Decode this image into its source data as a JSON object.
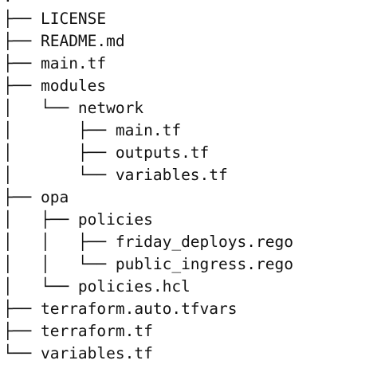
{
  "tree": {
    "lines": [
      {
        "prefix": "",
        "name": "."
      },
      {
        "prefix": "├── ",
        "name": "LICENSE"
      },
      {
        "prefix": "├── ",
        "name": "README.md"
      },
      {
        "prefix": "├── ",
        "name": "main.tf"
      },
      {
        "prefix": "├── ",
        "name": "modules"
      },
      {
        "prefix": "│   └── ",
        "name": "network"
      },
      {
        "prefix": "│       ├── ",
        "name": "main.tf"
      },
      {
        "prefix": "│       ├── ",
        "name": "outputs.tf"
      },
      {
        "prefix": "│       └── ",
        "name": "variables.tf"
      },
      {
        "prefix": "├── ",
        "name": "opa"
      },
      {
        "prefix": "│   ├── ",
        "name": "policies"
      },
      {
        "prefix": "│   │   ├── ",
        "name": "friday_deploys.rego"
      },
      {
        "prefix": "│   │   └── ",
        "name": "public_ingress.rego"
      },
      {
        "prefix": "│   └── ",
        "name": "policies.hcl"
      },
      {
        "prefix": "├── ",
        "name": "terraform.auto.tfvars"
      },
      {
        "prefix": "├── ",
        "name": "terraform.tf"
      },
      {
        "prefix": "└── ",
        "name": "variables.tf"
      }
    ]
  }
}
